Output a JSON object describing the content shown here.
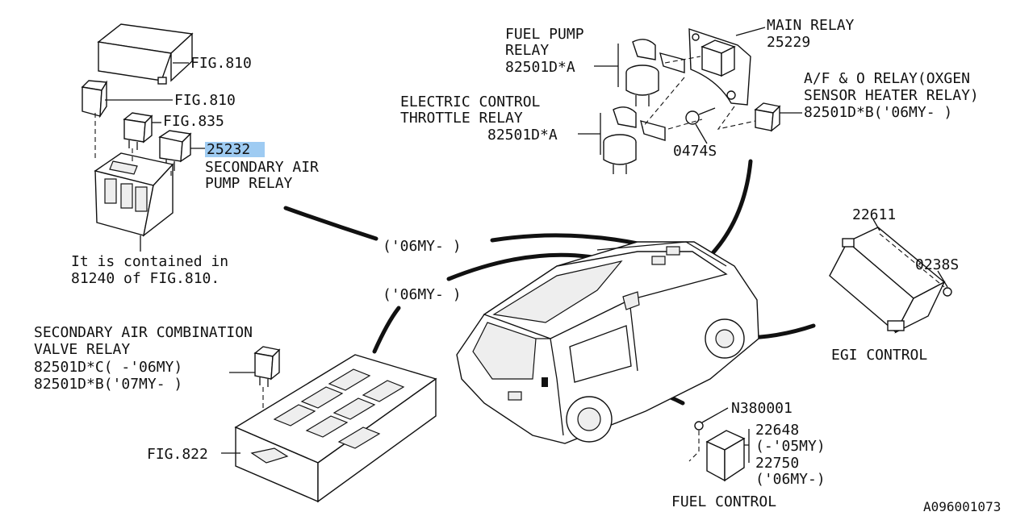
{
  "labels": {
    "fig810_cover": "FIG.810",
    "fig810_fuse": "FIG.810",
    "fig835": "FIG.835",
    "part_25232": "25232",
    "secondary_air_1": "SECONDARY AIR",
    "secondary_air_2": "PUMP RELAY",
    "contained_1": "It is contained in",
    "contained_2": "81240 of FIG.810.",
    "my06_a": "('06MY-   )",
    "my06_b": "('06MY-   )",
    "sec_comb_1": "SECONDARY AIR COMBINATION",
    "sec_comb_2": "VALVE RELAY",
    "sec_comb_3": "82501D*C(   -'06MY)",
    "sec_comb_4": "82501D*B('07MY-   )",
    "fig822": "FIG.822",
    "fuel_pump_1": "FUEL PUMP",
    "fuel_pump_2": "RELAY",
    "fuel_pump_3": "82501D*A",
    "etc_1": "ELECTRIC CONTROL",
    "etc_2": "THROTTLE RELAY",
    "etc_3": "82501D*A",
    "main_relay_1": "MAIN RELAY",
    "main_relay_2": "25229",
    "bolt_0474s": "0474S",
    "af_1": "A/F & O  RELAY(OXGEN",
    "af_2": "SENSOR HEATER RELAY)",
    "af_3": "82501D*B('06MY-   )",
    "egi_part": "22611",
    "egi_bolt": "0238S",
    "egi_name": "EGI CONTROL",
    "nut": "N380001",
    "fc_1": "22648",
    "fc_2": "(-'05MY)",
    "fc_3": "22750",
    "fc_4": "('06MY-)",
    "fuel_control": "FUEL CONTROL",
    "diagram_id": "A096001073"
  }
}
